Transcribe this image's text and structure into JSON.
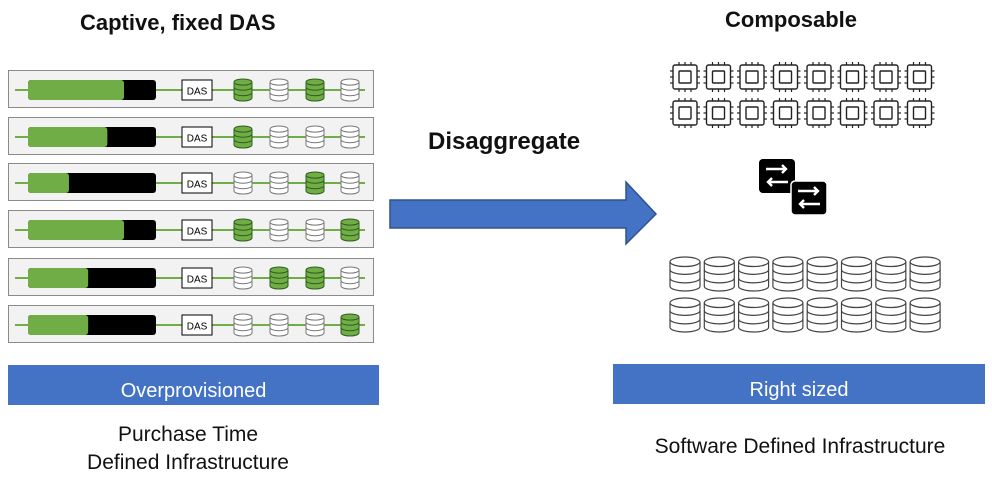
{
  "left": {
    "title": "Captive, fixed DAS",
    "das_label": "DAS",
    "banner": "Overprovisioned",
    "caption_line1": "Purchase Time",
    "caption_line2": "Defined Infrastructure",
    "servers": [
      {
        "utilization": 0.75,
        "disks": [
          true,
          false,
          true,
          false
        ]
      },
      {
        "utilization": 0.62,
        "disks": [
          true,
          false,
          false,
          false
        ]
      },
      {
        "utilization": 0.32,
        "disks": [
          false,
          false,
          true,
          false
        ]
      },
      {
        "utilization": 0.75,
        "disks": [
          true,
          false,
          false,
          true
        ]
      },
      {
        "utilization": 0.47,
        "disks": [
          false,
          true,
          true,
          false
        ]
      },
      {
        "utilization": 0.47,
        "disks": [
          false,
          false,
          false,
          true
        ]
      }
    ]
  },
  "middle": {
    "arrow_label": "Disaggregate"
  },
  "right": {
    "title": "Composable",
    "banner": "Right sized",
    "caption": "Software Defined Infrastructure",
    "cpu_rows": 2,
    "cpu_cols": 8,
    "switch_count": 2,
    "disk_rows": 2,
    "disk_cols": 8
  },
  "colors": {
    "green": "#70ad47",
    "blue": "#4472c4",
    "black": "#000000"
  }
}
